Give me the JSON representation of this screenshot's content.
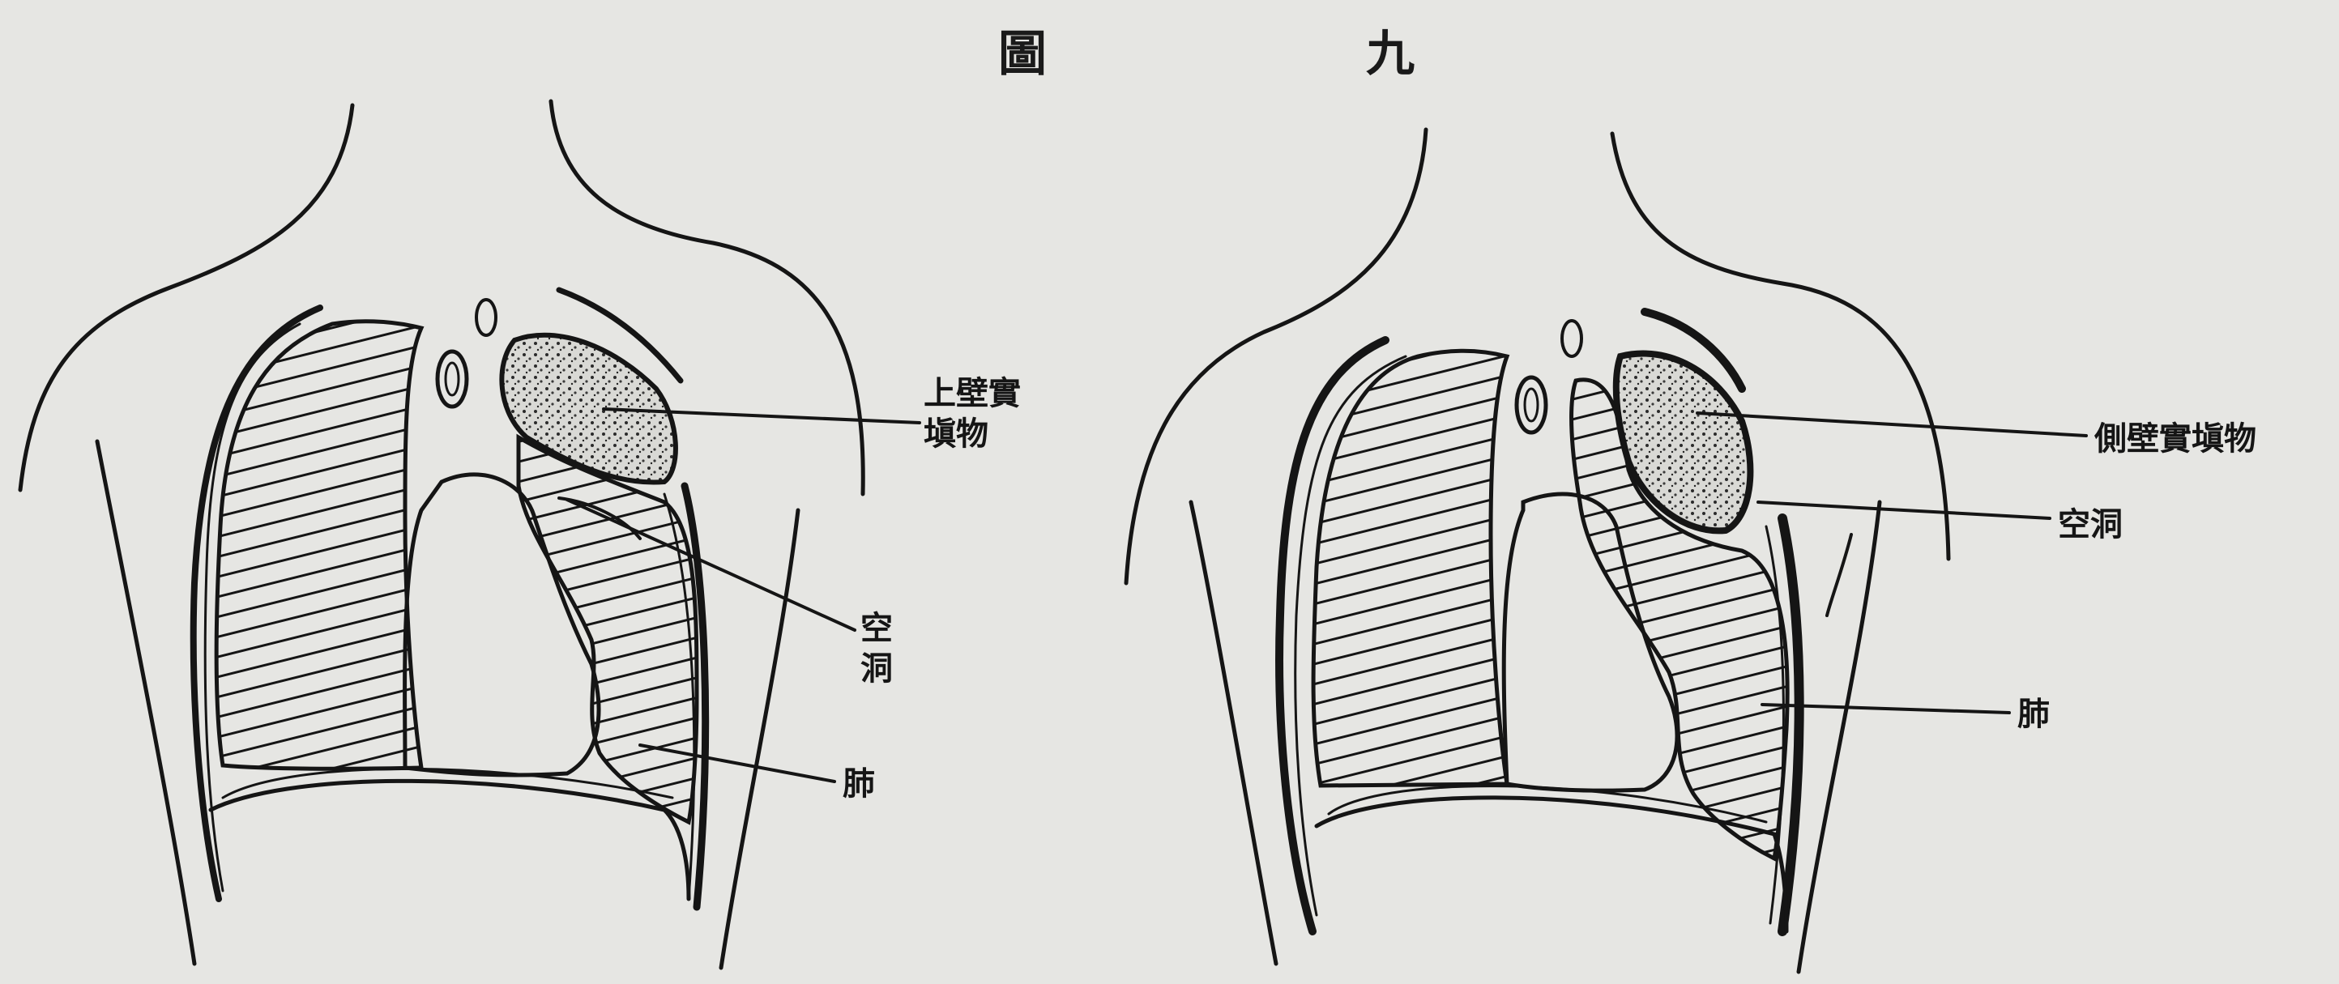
{
  "figure": {
    "title_left": "圖",
    "title_right": "九"
  },
  "left_diagram": {
    "labels": {
      "upper_fill_line1": "上壁實",
      "upper_fill_line2": "塡物",
      "cavity_line1": "空",
      "cavity_line2": "洞",
      "lung": "肺"
    }
  },
  "right_diagram": {
    "labels": {
      "side_fill": "側壁實塡物",
      "cavity": "空洞",
      "lung": "肺"
    }
  },
  "colors": {
    "ink": "#151515",
    "paper": "#e6e6e3"
  }
}
